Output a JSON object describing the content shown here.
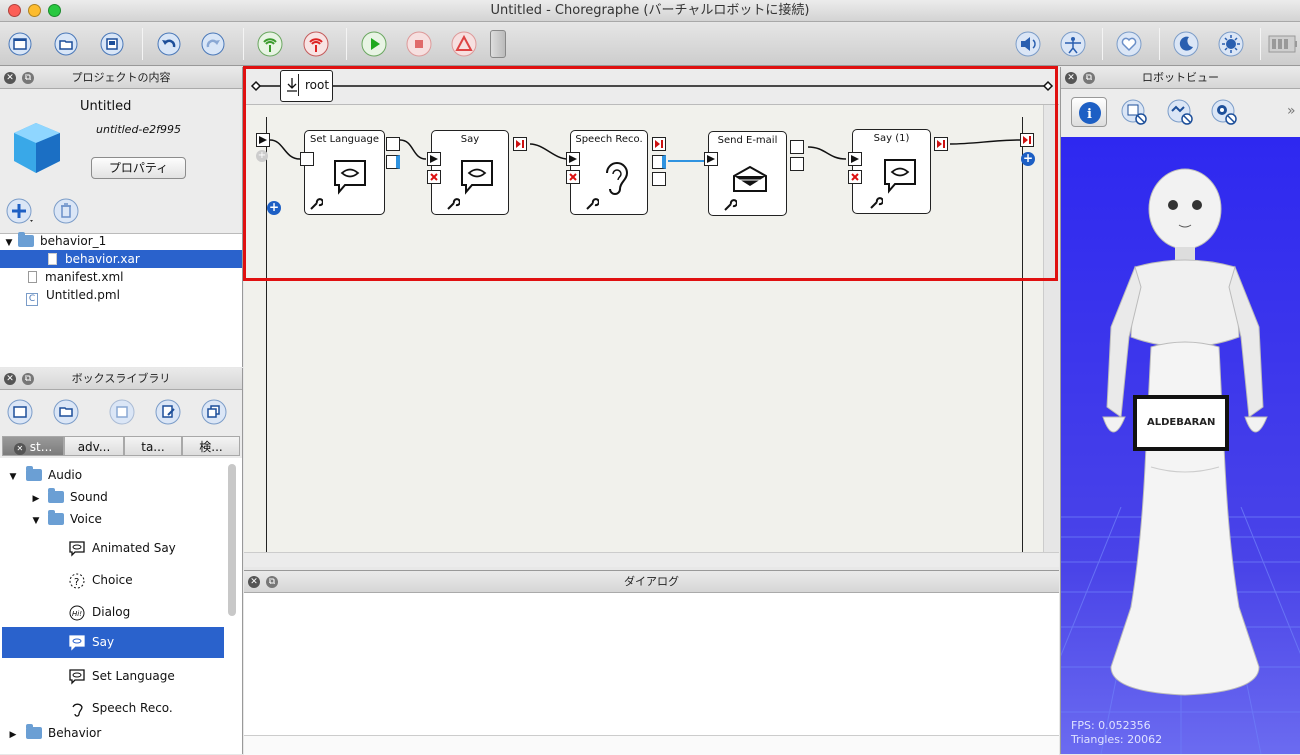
{
  "window": {
    "title": "Untitled - Choregraphe (バーチャルロボットに接続)"
  },
  "project_panel": {
    "title": "プロジェクトの内容",
    "project_name": "Untitled",
    "project_id": "untitled-e2f995",
    "properties_button": "プロパティ",
    "tree": [
      {
        "label": "behavior_1",
        "type": "folder"
      },
      {
        "label": "behavior.xar",
        "type": "file",
        "selected": true
      },
      {
        "label": "manifest.xml",
        "type": "file"
      },
      {
        "label": "Untitled.pml",
        "type": "file"
      }
    ]
  },
  "library_panel": {
    "title": "ボックスライブラリ",
    "tabs": [
      "st...",
      "adv...",
      "ta...",
      "検..."
    ],
    "tree": {
      "audio": "Audio",
      "sound": "Sound",
      "voice": "Voice",
      "items": [
        "Animated Say",
        "Choice",
        "Dialog",
        "Say",
        "Set Language",
        "Speech Reco."
      ],
      "behavior": "Behavior"
    }
  },
  "flow": {
    "root_label": "root",
    "boxes": [
      "Set Language",
      "Say",
      "Speech Reco.",
      "Send E-mail",
      "Say (1)"
    ]
  },
  "dialog_panel": {
    "title": "ダイアログ"
  },
  "robot_panel": {
    "title": "ロボットビュー",
    "brand": "ALDEBARAN",
    "fps": "FPS: 0.052356",
    "triangles": "Triangles: 20062"
  },
  "colors": {
    "selection": "#2a62cc",
    "highlight_border": "#e01010",
    "viewport_bg": "#3a35e6"
  }
}
